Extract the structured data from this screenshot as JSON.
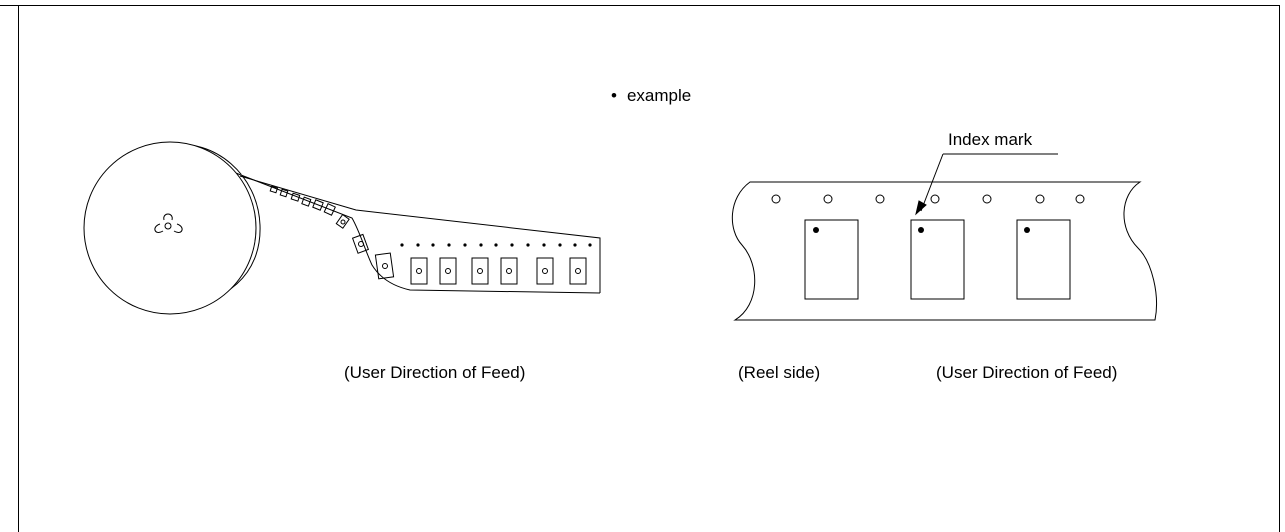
{
  "figure": {
    "example_label": "example",
    "bullet": "•",
    "index_mark_label": "Index mark",
    "left_caption": "(User Direction of Feed)",
    "reel_side_caption": "(Reel side)",
    "right_caption": "(User Direction of Feed)"
  }
}
